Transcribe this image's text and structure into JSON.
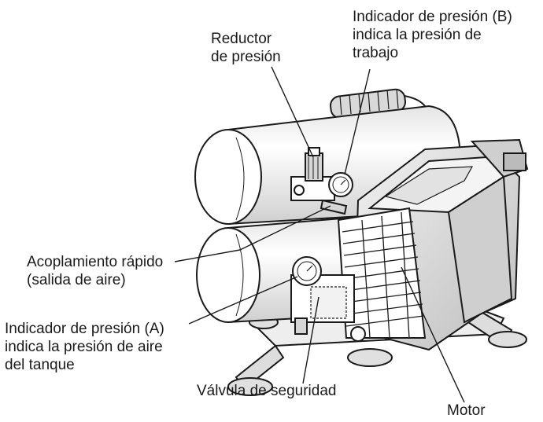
{
  "labels": {
    "reductor": [
      "Reductor",
      "de presión"
    ],
    "indicador_b": [
      "Indicador de presión (B)",
      "indica la presión de",
      "trabajo"
    ],
    "acoplamiento": [
      "Acoplamiento rápido",
      "(salida de aire)"
    ],
    "indicador_a": [
      "Indicador de presión (A)",
      "indica la presión de aire",
      "del tanque"
    ],
    "valvula": [
      "Válvula de seguridad"
    ],
    "motor": [
      "Motor"
    ]
  },
  "colors": {
    "line": "#1a1a1a",
    "body_fill": "#ffffff",
    "shade": "#c8c8c8"
  }
}
